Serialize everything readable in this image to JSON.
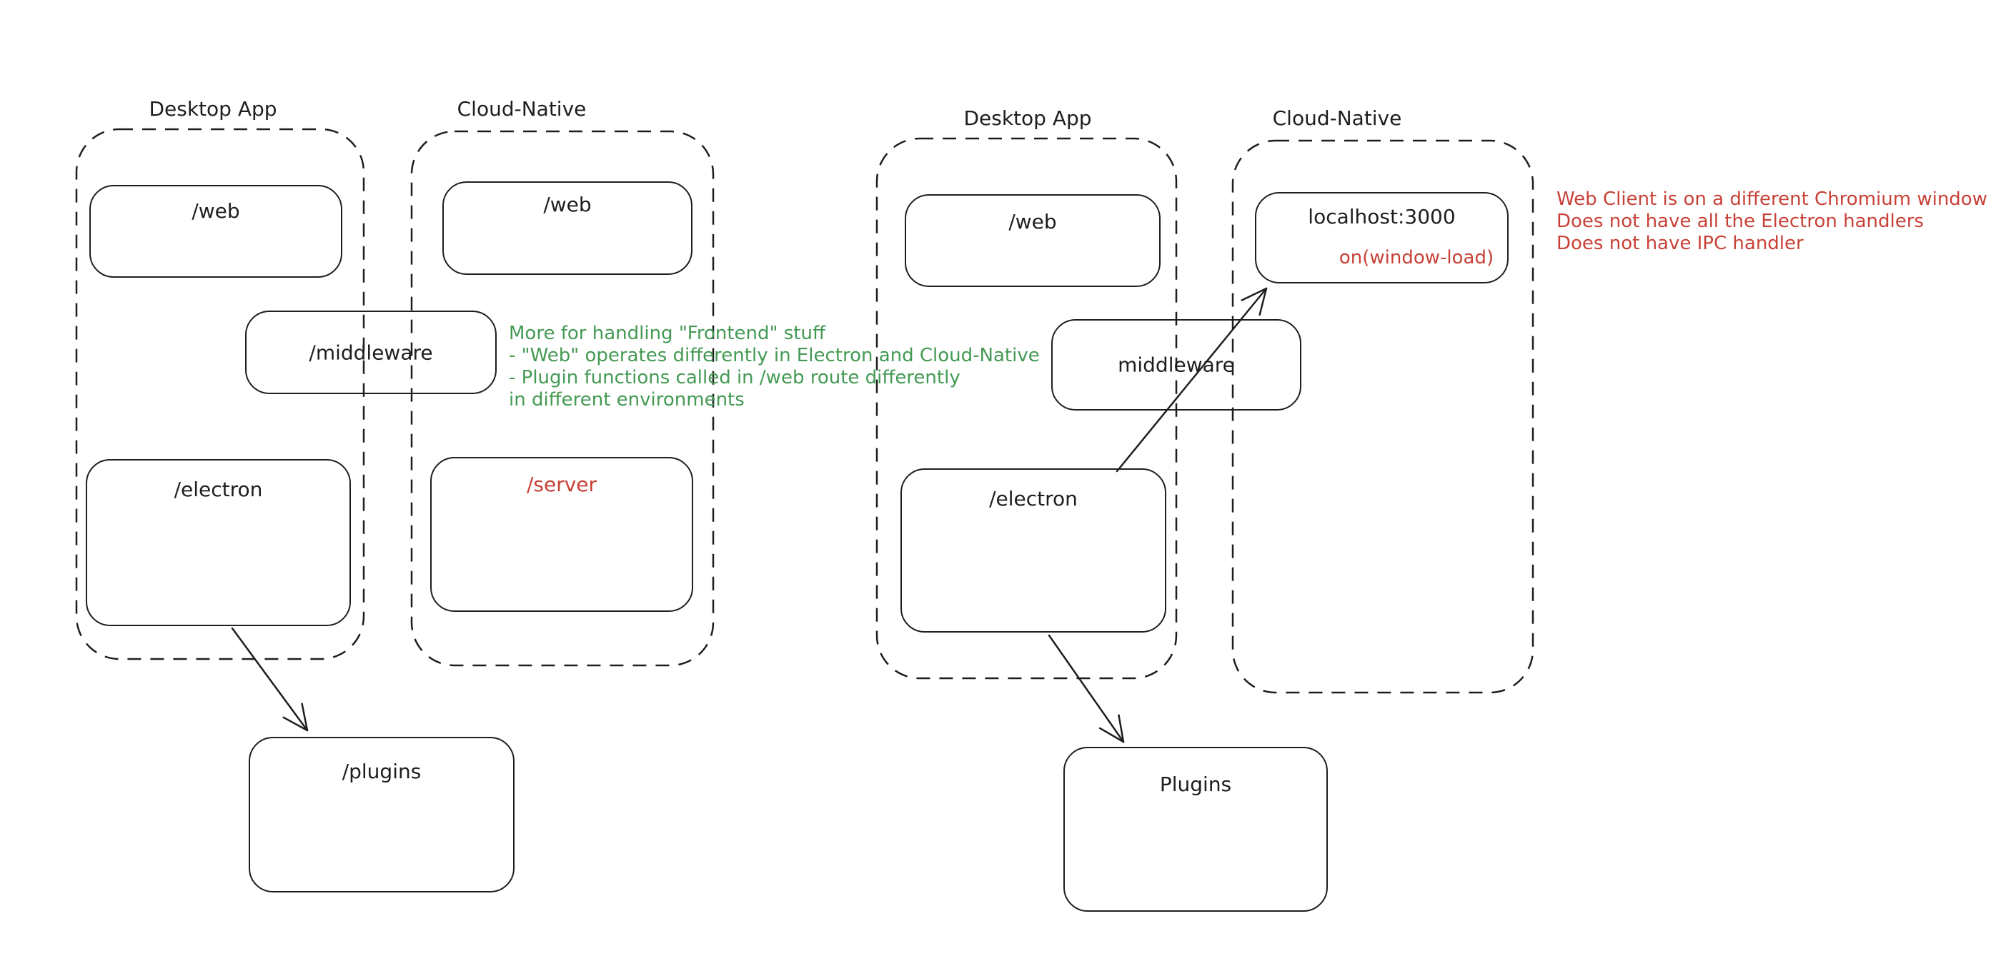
{
  "colors": {
    "ink": "#1e1e1e",
    "red": "#c84137",
    "green": "#449a54",
    "background": "#ffffff"
  },
  "left_diagram": {
    "desktop": {
      "title": "Desktop App",
      "web_label": "/web",
      "middleware_label": "/middleware",
      "electron_label": "/electron"
    },
    "cloud": {
      "title": "Cloud-Native",
      "web_label": "/web",
      "server_label": "/server"
    },
    "plugins_label": "/plugins"
  },
  "right_diagram": {
    "desktop": {
      "title": "Desktop App",
      "web_label": "/web",
      "middleware_label": "middleware",
      "electron_label": "/electron"
    },
    "cloud": {
      "title": "Cloud-Native",
      "localhost_label": "localhost:3000",
      "on_window_load_label": "on(window-load)"
    },
    "plugins_label": "Plugins"
  },
  "annotations": {
    "green_note": {
      "color": "#449a54",
      "lines": [
        "More for handling \"Frontend\" stuff",
        "- \"Web\" operates differently in Electron and Cloud-Native",
        "- Plugin functions called in /web route differently",
        "in different environments"
      ]
    },
    "red_note": {
      "color": "#c84137",
      "lines": [
        "Web Client is on a different Chromium window",
        "Does not have all the Electron handlers",
        "Does not have IPC handler"
      ]
    }
  }
}
